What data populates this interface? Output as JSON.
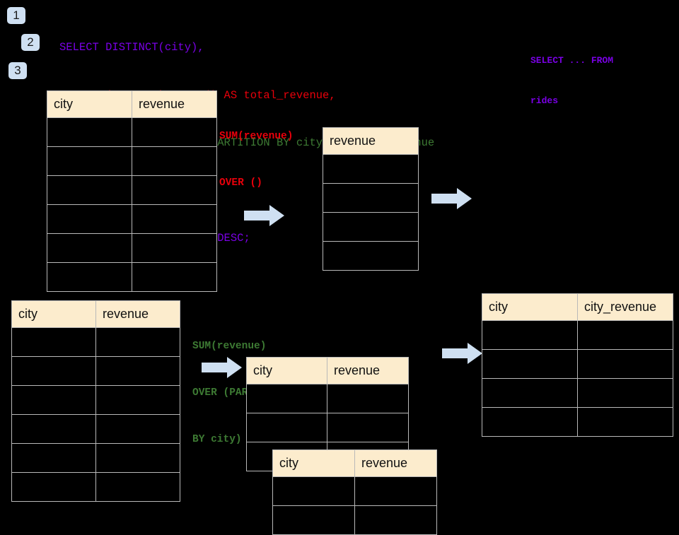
{
  "page": {
    "background": "#000000",
    "header_fill": "#fceccd",
    "grid_line": "#b9b9b9",
    "arrow_fill": "#cfe0f2",
    "badge_fill": "#cfe0f2",
    "purple": "#7a00e6",
    "red": "#e8000b",
    "green": "#3d7a33"
  },
  "badges": [
    {
      "label": "1"
    },
    {
      "label": "2"
    },
    {
      "label": "3"
    }
  ],
  "sql": {
    "lines": [
      {
        "text": "SELECT DISTINCT(city),",
        "color": "purple"
      },
      {
        "text": "    SUM(revenue) OVER () AS total_revenue,",
        "color": "red"
      },
      {
        "text": "    SUM(revenue) OVER (PARTITION BY city) as city_revenue",
        "color": "green"
      },
      {
        "text": "  FROM rides",
        "color": "purple"
      },
      {
        "text": "  ORDER by city_revenue DESC;",
        "color": "purple"
      }
    ]
  },
  "side_label": {
    "line1": "SELECT ... FROM",
    "line2": "rides"
  },
  "annotations": {
    "total_revenue": {
      "line1": "SUM(revenue)",
      "line2": "OVER ()",
      "color": "red"
    },
    "city_revenue": {
      "line1": "SUM(revenue)",
      "line2": "OVER (PARTITION",
      "line3": "BY city)",
      "color": "green"
    }
  },
  "tables": {
    "rides_source": {
      "headers": [
        "city",
        "revenue"
      ],
      "row_count": 6,
      "rows": [
        [
          "",
          ""
        ],
        [
          "",
          ""
        ],
        [
          "",
          ""
        ],
        [
          "",
          ""
        ],
        [
          "",
          ""
        ],
        [
          "",
          ""
        ]
      ]
    },
    "total_revenue_result": {
      "headers": [
        "revenue"
      ],
      "row_count": 4,
      "rows": [
        [
          ""
        ],
        [
          ""
        ],
        [
          ""
        ],
        [
          ""
        ]
      ]
    },
    "rides_source_2": {
      "headers": [
        "city",
        "revenue"
      ],
      "row_count": 6,
      "rows": [
        [
          "",
          ""
        ],
        [
          "",
          ""
        ],
        [
          "",
          ""
        ],
        [
          "",
          ""
        ],
        [
          "",
          ""
        ],
        [
          "",
          ""
        ]
      ]
    },
    "partition_back": {
      "headers": [
        "city",
        "revenue"
      ],
      "row_count": 3,
      "rows": [
        [
          "",
          ""
        ],
        [
          "",
          ""
        ],
        [
          "",
          ""
        ]
      ]
    },
    "partition_front": {
      "headers": [
        "city",
        "revenue"
      ],
      "row_count": 2,
      "rows": [
        [
          "",
          ""
        ],
        [
          "",
          ""
        ]
      ]
    },
    "final_result": {
      "headers": [
        "city",
        "city_revenue"
      ],
      "row_count": 4,
      "rows": [
        [
          "",
          ""
        ],
        [
          "",
          ""
        ],
        [
          "",
          ""
        ],
        [
          "",
          ""
        ]
      ]
    }
  },
  "arrows": [
    {
      "name": "arrow-source-to-total"
    },
    {
      "name": "arrow-total-to-final"
    },
    {
      "name": "arrow-source2-to-partition"
    },
    {
      "name": "arrow-partition-to-final"
    }
  ]
}
